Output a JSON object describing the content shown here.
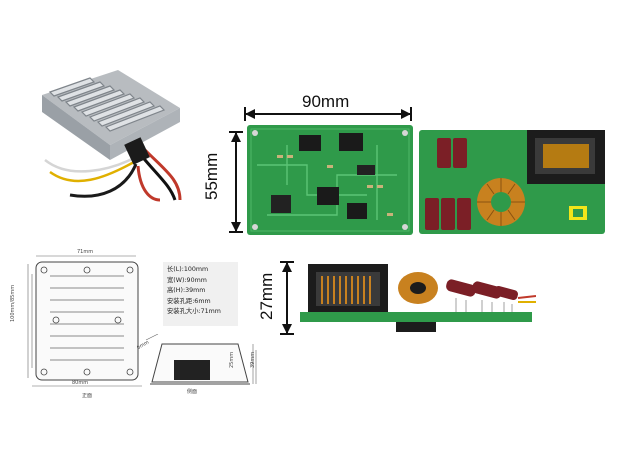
{
  "dimensions": {
    "width_label": "90mm",
    "height_label": "55mm",
    "thickness_label": "27mm"
  },
  "drawing": {
    "top_width": "71mm",
    "bottom_width": "80mm",
    "left_dims": "100mm/85mm",
    "hole_label": "6mm",
    "side_height_1": "25mm",
    "side_height_2": "39mm",
    "front_caption": "正面",
    "side_caption": "侧面"
  },
  "specs": [
    "长(L):100mm",
    "宽(W):90mm",
    "高(H):39mm",
    "安装孔距:6mm",
    "安装孔大小:71mm"
  ],
  "colors": {
    "pcb_green": "#2f9a4a",
    "aluminum": "#c9cccf",
    "copper": "#c8811f"
  }
}
